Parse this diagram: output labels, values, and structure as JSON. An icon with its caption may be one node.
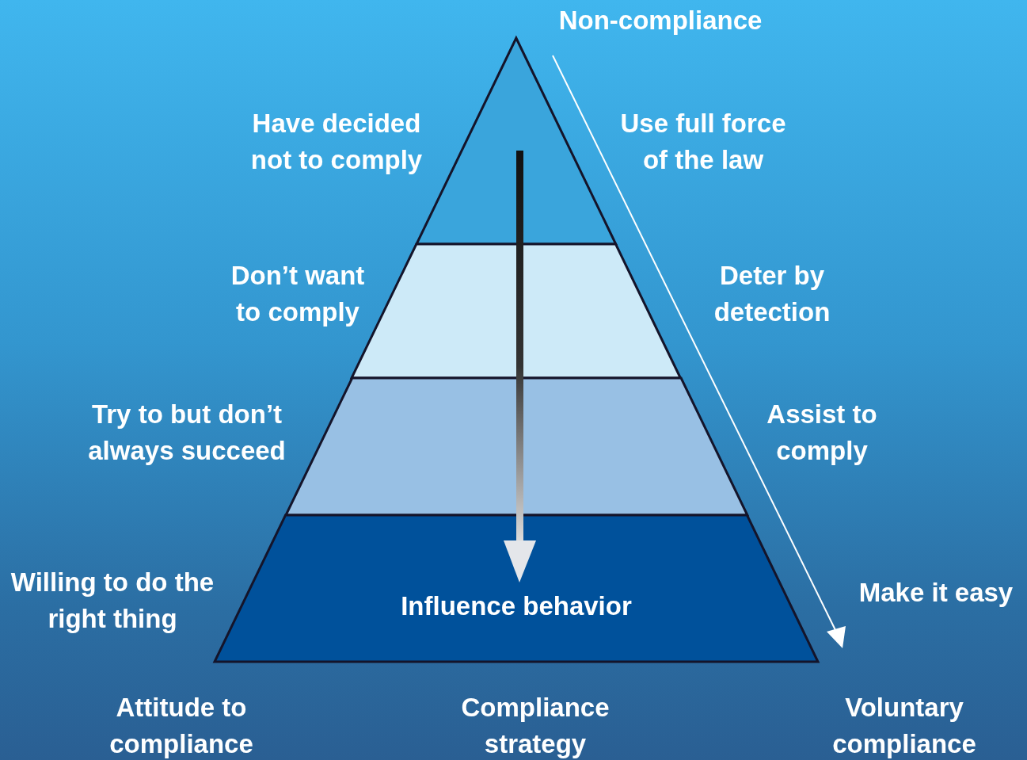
{
  "diagram": {
    "nodes": [
      {
        "text": [],
        "shape": "triangle"
      },
      {
        "text": [],
        "shape": "trapezoid"
      },
      {
        "text": [],
        "shape": "trapezoid"
      },
      {
        "text": [
          "Influence behavior"
        ]
      }
    ],
    "edges": [],
    "labels": [
      "Non-compliance",
      "Have decided not to comply",
      "Use full force of the law",
      "Don’t want to comply",
      "Deter by detection",
      "Try to but don’t always succeed",
      "Assist to comply",
      "Willing to do the right thing",
      "Make it easy",
      "Attitude to compliance",
      "Compliance strategy",
      "Voluntary compliance"
    ]
  }
}
